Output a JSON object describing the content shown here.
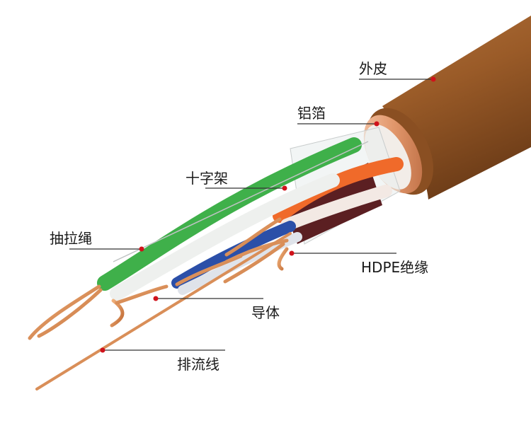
{
  "labels": {
    "jacket": "外皮",
    "foil": "铝箔",
    "cross_filler": "十字架",
    "rip_cord": "抽拉绳",
    "insulation": "HDPE绝缘",
    "conductor": "导体",
    "drain_wire": "排流线"
  },
  "colors": {
    "jacket": "#9a5b28",
    "foil": "#e2a07a",
    "copper": "#d5834a",
    "green": "#3fb04a",
    "orange": "#f06a2a",
    "blue": "#2b4fa8",
    "white": "#eef0ee",
    "pointer": "#d0121b"
  }
}
